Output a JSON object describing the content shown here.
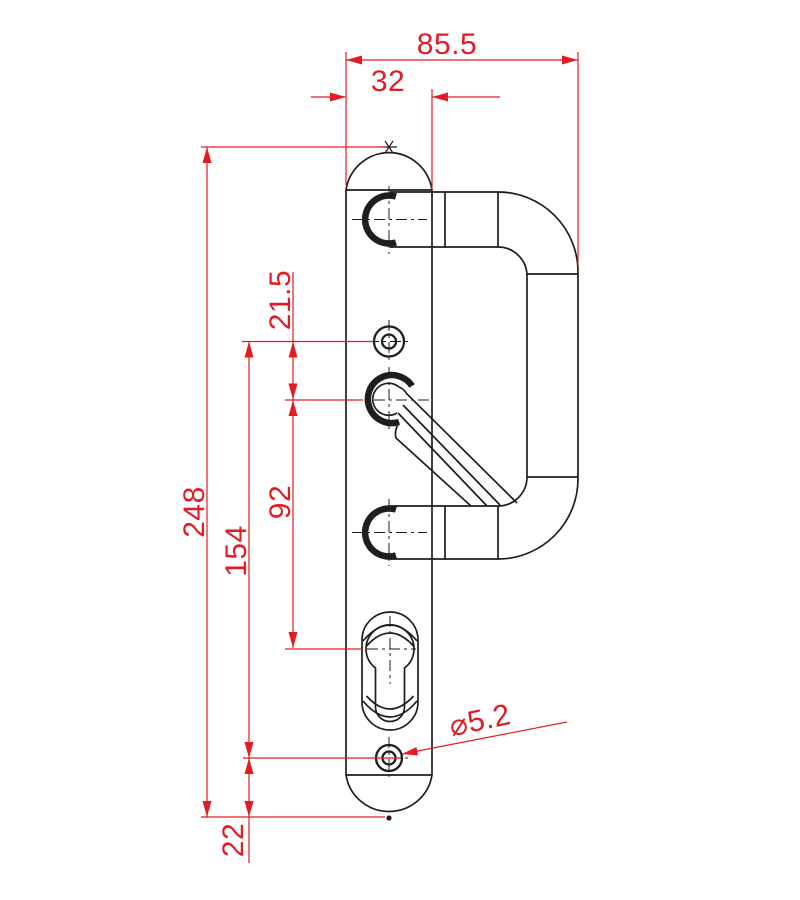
{
  "drawing": {
    "subject": "door-pull-handle-backplate-dimension-drawing",
    "colors": {
      "outline": "#1e1e1e",
      "dimension": "#e31b23",
      "background": "#ffffff"
    }
  },
  "dimensions": {
    "overall_depth": "85.5",
    "plate_width": "32",
    "screw_to_spindle": "21.5",
    "plate_length": "248",
    "screw_centres": "154",
    "spindle_to_cylinder": "92",
    "screw_to_end": "22",
    "screw_hole_diameter": "⌀5.2"
  }
}
